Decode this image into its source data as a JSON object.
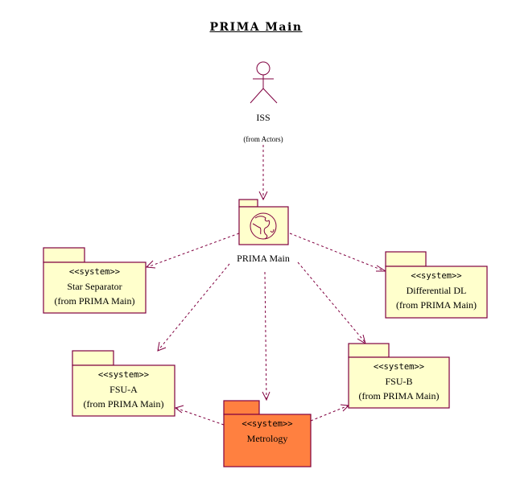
{
  "diagram": {
    "title": "PRIMA Main",
    "actor": {
      "name": "ISS",
      "origin": "(from Actors)",
      "icon": "stick-figure-actor-icon"
    },
    "main_package": {
      "name": "PRIMA Main",
      "icon": "globe-icon"
    },
    "packages": [
      {
        "id": "star-separator",
        "stereotype": "<<system>>",
        "name": "Star Separator",
        "origin": "(from PRIMA Main)",
        "highlighted": false
      },
      {
        "id": "differential-dl",
        "stereotype": "<<system>>",
        "name": "Differential DL",
        "origin": "(from PRIMA Main)",
        "highlighted": false
      },
      {
        "id": "fsu-a",
        "stereotype": "<<system>>",
        "name": "FSU-A",
        "origin": "(from PRIMA Main)",
        "highlighted": false
      },
      {
        "id": "fsu-b",
        "stereotype": "<<system>>",
        "name": "FSU-B",
        "origin": "(from PRIMA Main)",
        "highlighted": false
      },
      {
        "id": "metrology",
        "stereotype": "<<system>>",
        "name": "Metrology",
        "origin": "",
        "highlighted": true
      }
    ],
    "dependencies": [
      {
        "from": "ISS",
        "to": "PRIMA Main"
      },
      {
        "from": "PRIMA Main",
        "to": "Star Separator"
      },
      {
        "from": "PRIMA Main",
        "to": "Differential DL"
      },
      {
        "from": "PRIMA Main",
        "to": "FSU-A"
      },
      {
        "from": "PRIMA Main",
        "to": "FSU-B"
      },
      {
        "from": "PRIMA Main",
        "to": "Metrology"
      },
      {
        "from": "Metrology",
        "to": "FSU-A"
      },
      {
        "from": "Metrology",
        "to": "FSU-B"
      }
    ],
    "colors": {
      "stroke": "#800040",
      "package_fill": "#ffffcc",
      "highlight_fill": "#ff8040"
    }
  }
}
